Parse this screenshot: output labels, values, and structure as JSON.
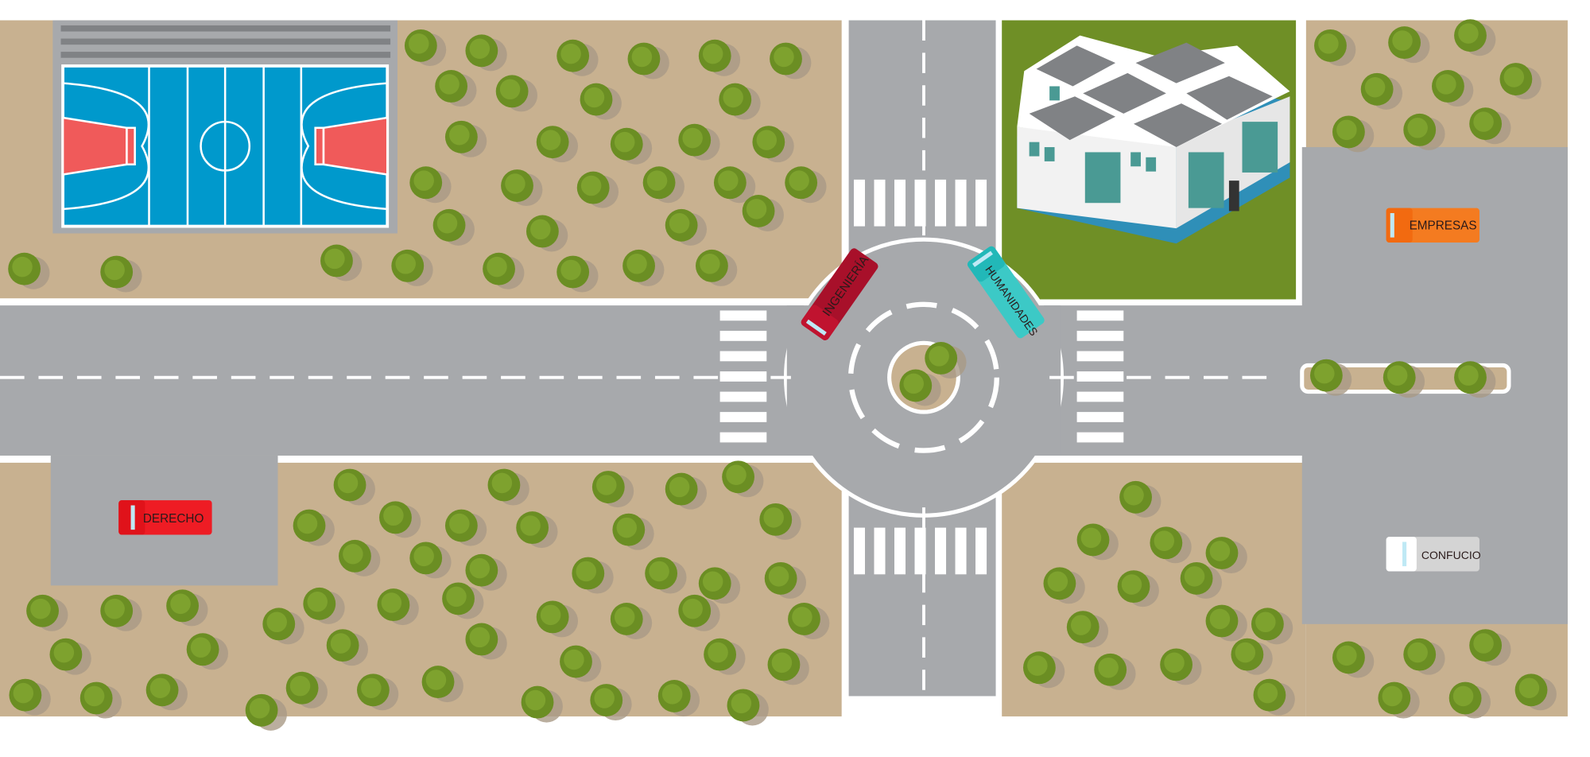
{
  "map": {
    "colors": {
      "land": "#c8b190",
      "road": "#a7a9ac",
      "grass": "#6f8f26",
      "court": "#0099cc",
      "court_key": "#f05a5a",
      "tree": "#6b8e23",
      "tree_shadow": "#a99a86"
    },
    "buses": [
      {
        "id": "ingenieria",
        "label": "INGENIERÍA",
        "color": "#a8102a"
      },
      {
        "id": "humanidades",
        "label": "HUMANIDADES",
        "color": "#3cc9c6"
      },
      {
        "id": "empresas",
        "label": "EMPRESAS",
        "color": "#f47b20"
      },
      {
        "id": "confucio",
        "label": "CONFUCIO",
        "color": "#d4d4d4"
      },
      {
        "id": "derecho",
        "label": "DERECHO",
        "color": "#ee1c24"
      }
    ]
  }
}
